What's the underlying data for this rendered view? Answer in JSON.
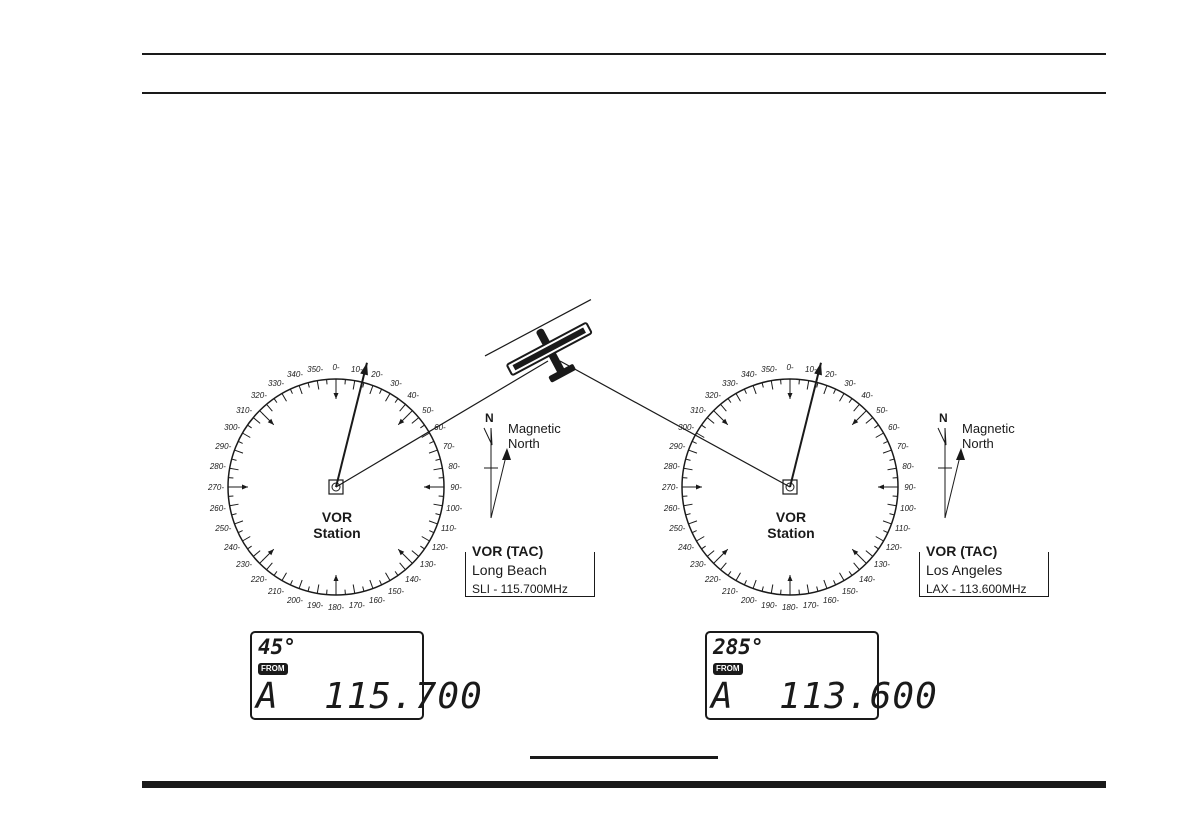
{
  "headings": [
    0,
    45,
    90,
    135,
    180,
    225,
    270,
    315
  ],
  "compasses": [
    {
      "vor_label": "VOR",
      "station_label": "Station",
      "magnetic_label_1": "Magnetic",
      "magnetic_label_2": "North",
      "n_label": "N",
      "info": {
        "title": "VOR (TAC)",
        "name": "Long Beach",
        "freq": "SLI - 115.700MHz"
      },
      "radial": 45,
      "lcd": {
        "degrees": "45°",
        "from": "FROM",
        "freq": "A  115.700"
      }
    },
    {
      "vor_label": "VOR",
      "station_label": "Station",
      "magnetic_label_1": "Magnetic",
      "magnetic_label_2": "North",
      "n_label": "N",
      "info": {
        "title": "VOR (TAC)",
        "name": "Los Angeles",
        "freq": "LAX - 113.600MHz"
      },
      "radial": 285,
      "lcd": {
        "degrees": "285°",
        "from": "FROM",
        "freq": "A  113.600"
      }
    }
  ],
  "colors": {
    "ink": "#1a1a1a",
    "paper": "#ffffff"
  }
}
